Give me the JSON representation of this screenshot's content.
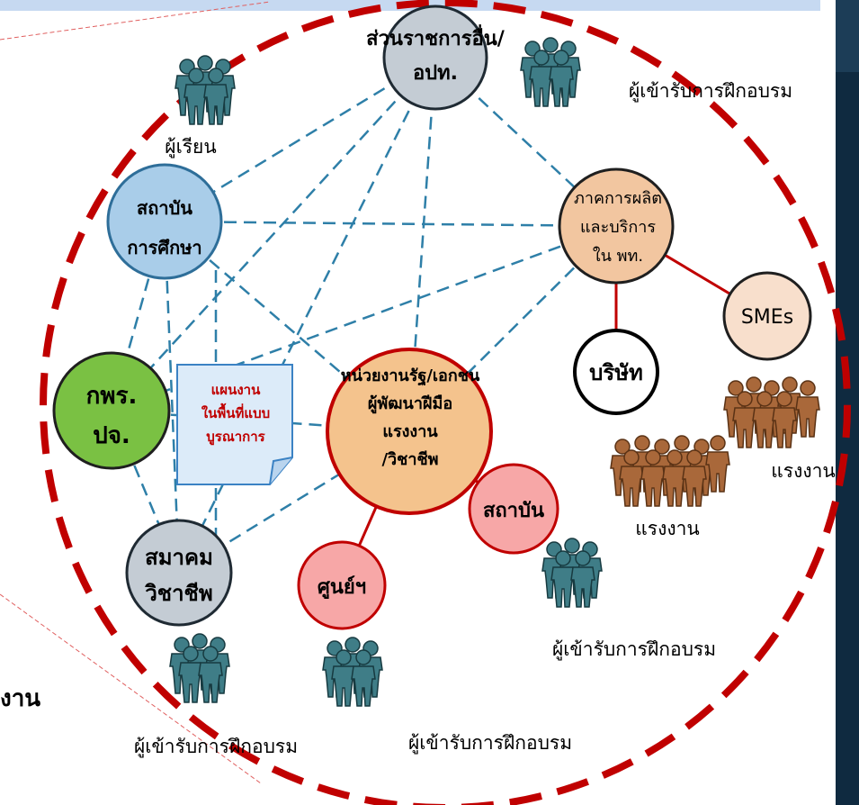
{
  "colors": {
    "top_bar": "#c6d9f1",
    "right_panel": "#0f2a40",
    "boundary": "#c00000",
    "link": "#2e7fa8",
    "firm_link": "#c00000",
    "people": "#3f7d87",
    "workers": "#a9683a"
  },
  "nodes": {
    "gov_agencies": "ส่วนราชการอื่น/\nอปท.",
    "education": "สถาบัน\nการศึกษา",
    "production": "ภาคการผลิต\nและบริการ\nใน พท.",
    "smes": "SMEs",
    "company": "บริษัท",
    "committee": "กพร.\nปจ.",
    "developer": "หน่วยงานรัฐ/เอกชน\nผู้พัฒนาฝีมือ\nแรงงาน\n/วิชาชีพ",
    "institute": "สถาบัน",
    "center": "ศูนย์ฯ",
    "association": "สมาคม\nวิชาชีพ"
  },
  "note": "แผนงาน\nในพื้นที่แบบ\nบูรณาการ",
  "labels": {
    "learners": "ผู้เรียน",
    "trainees_top": "ผู้เข้ารับการฝึกอบรม",
    "trainees_right": "ผู้เข้ารับการฝึกอบรม",
    "trainees_bottom_left": "ผู้เข้ารับการฝึกอบรม",
    "trainees_bottom_mid": "ผู้เข้ารับการฝึกอบรม",
    "workers_1": "แรงงาน",
    "workers_2": "แรงงาน",
    "left_cut": "งาน"
  },
  "icons": {
    "people_group": "people-group-icon",
    "worker_group": "worker-group-icon"
  }
}
